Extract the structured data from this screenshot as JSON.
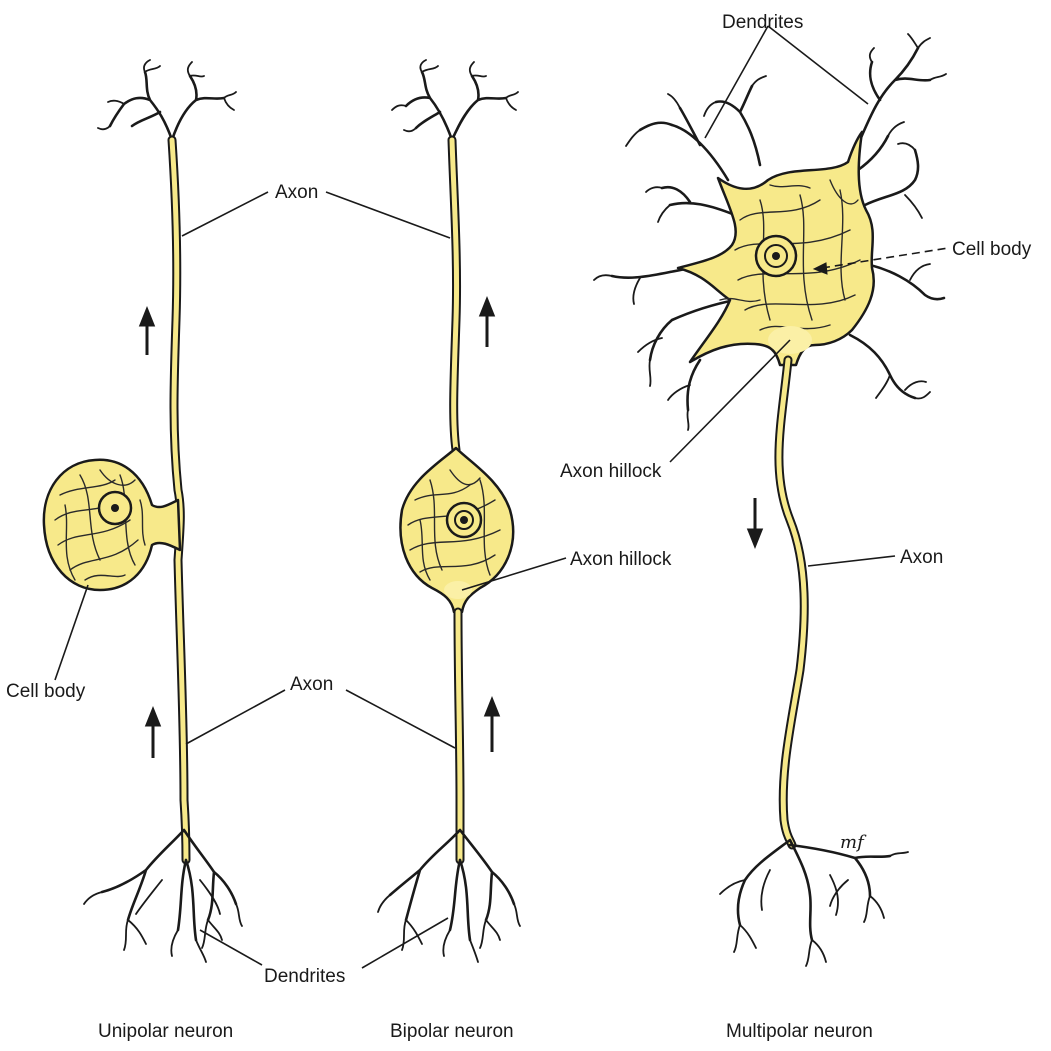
{
  "neurons": {
    "unipolar": {
      "title": "Unipolar neuron",
      "label_axon_upper": "Axon",
      "label_axon_lower": "Axon",
      "label_cell_body": "Cell body",
      "label_dendrites": "Dendrites"
    },
    "bipolar": {
      "title": "Bipolar neuron",
      "label_axon_hillock": "Axon hillock"
    },
    "multipolar": {
      "title": "Multipolar neuron",
      "label_dendrites": "Dendrites",
      "label_cell_body": "Cell body",
      "label_axon_hillock": "Axon hillock",
      "label_axon": "Axon",
      "signature": "mf"
    }
  },
  "colors": {
    "cytoplasm": "#f7e98a",
    "ink": "#1a1a1a"
  }
}
